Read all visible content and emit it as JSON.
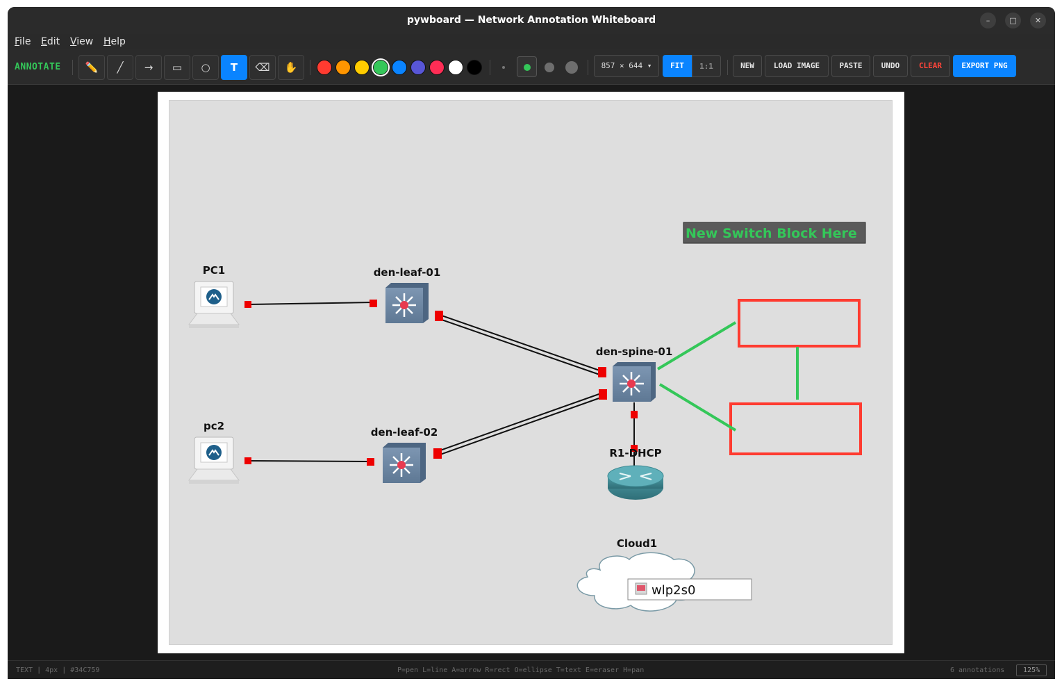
{
  "window": {
    "title": "pywboard — Network Annotation Whiteboard"
  },
  "window_controls": {
    "minimize": "–",
    "maximize": "□",
    "close": "✕"
  },
  "menu": [
    {
      "accel": "F",
      "rest": "ile"
    },
    {
      "accel": "E",
      "rest": "dit"
    },
    {
      "accel": "V",
      "rest": "iew"
    },
    {
      "accel": "H",
      "rest": "elp"
    }
  ],
  "toolbar": {
    "brand": "ANNOTATE",
    "tools": [
      {
        "name": "pen",
        "glyph": "✏️"
      },
      {
        "name": "line",
        "glyph": "╱"
      },
      {
        "name": "arrow",
        "glyph": "→"
      },
      {
        "name": "rect",
        "glyph": "▭"
      },
      {
        "name": "ellipse",
        "glyph": "○"
      },
      {
        "name": "text",
        "glyph": "T",
        "active": true
      },
      {
        "name": "eraser",
        "glyph": "⌫"
      },
      {
        "name": "pan",
        "glyph": "✋"
      }
    ],
    "colors": [
      "#ff3b30",
      "#ff9500",
      "#ffcc00",
      "#34c759",
      "#0a84ff",
      "#5856d6",
      "#ff2d55",
      "#ffffff",
      "#000000"
    ],
    "selected_color": "#34c759",
    "dimensions": "857 × 644 ▾",
    "fit_label": "FIT",
    "one_to_one_label": "1:1",
    "new_label": "NEW",
    "load_image_label": "LOAD IMAGE",
    "paste_label": "PASTE",
    "undo_label": "UNDO",
    "clear_label": "CLEAR",
    "export_label": "EXPORT PNG"
  },
  "diagram": {
    "nodes": {
      "pc1": "PC1",
      "pc2": "pc2",
      "leaf1": "den-leaf-01",
      "leaf2": "den-leaf-02",
      "spine": "den-spine-01",
      "router": "R1-DHCP",
      "cloud": "Cloud1",
      "cloud_iface": "wlp2s0"
    },
    "annotation_text": "New Switch Block Here"
  },
  "status": {
    "left": "TEXT | 4px | #34C759",
    "center": "P=pen L=line A=arrow R=rect O=ellipse T=text E=eraser H=pan",
    "annotations": "6 annotations",
    "zoom": "125%"
  }
}
